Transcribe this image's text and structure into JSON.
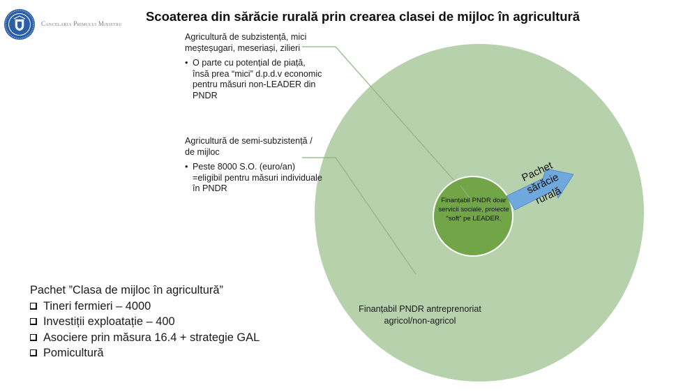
{
  "header": {
    "logo": {
      "icon": "government-seal-icon",
      "ring_text": "GUVERNUL ROMÂNIEI",
      "color": "#2b5ea8"
    },
    "organization": "Cancelaria Primului Ministru",
    "title": "Scoaterea din sărăcie rurală prin crearea clasei de mijloc în agricultură"
  },
  "callouts": [
    {
      "heading": "Agricultură de subzistență, mici meșteșugari, meseriași, zilieri",
      "bullets": [
        "O parte cu potențial de piață, însă prea “mici” d.p.d.v economic pentru măsuri non-LEADER din PNDR"
      ]
    },
    {
      "heading": "Agricultură de semi-subzistență / de mijloc",
      "bullets": [
        "Peste 8000 S.O. (euro/an) =eligibil pentru măsuri individuale în PNDR"
      ]
    }
  ],
  "circles": {
    "outer": {
      "label": "Finanțabil PNDR antreprenoriat agricol/non-agricol",
      "color": "#b7d1ad"
    },
    "inner": {
      "label": "Finanțabil PNDR doar servicii sociale, proiecte “soft” pe LEADER.",
      "color": "#71a547"
    }
  },
  "arrow": {
    "label": "Pachet sărăcie rurală",
    "color": "#6fa8dc",
    "icon": "right-arrow-icon"
  },
  "package": {
    "title": "Pachet ”Clasa de mijloc în agricultură”",
    "items": [
      "Tineri fermieri – 4000",
      "Investiții exploatație – 400",
      "Asociere prin măsura 16.4 + strategie GAL",
      "Pomicultură"
    ]
  },
  "colors": {
    "connector_line": "#8fb57a",
    "text": "#1a1a1a"
  }
}
